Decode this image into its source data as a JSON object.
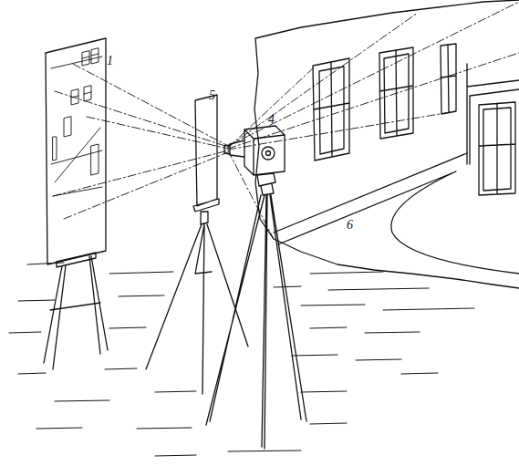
{
  "diagram": {
    "labels": [
      "1",
      "5",
      "4",
      "6"
    ]
  }
}
